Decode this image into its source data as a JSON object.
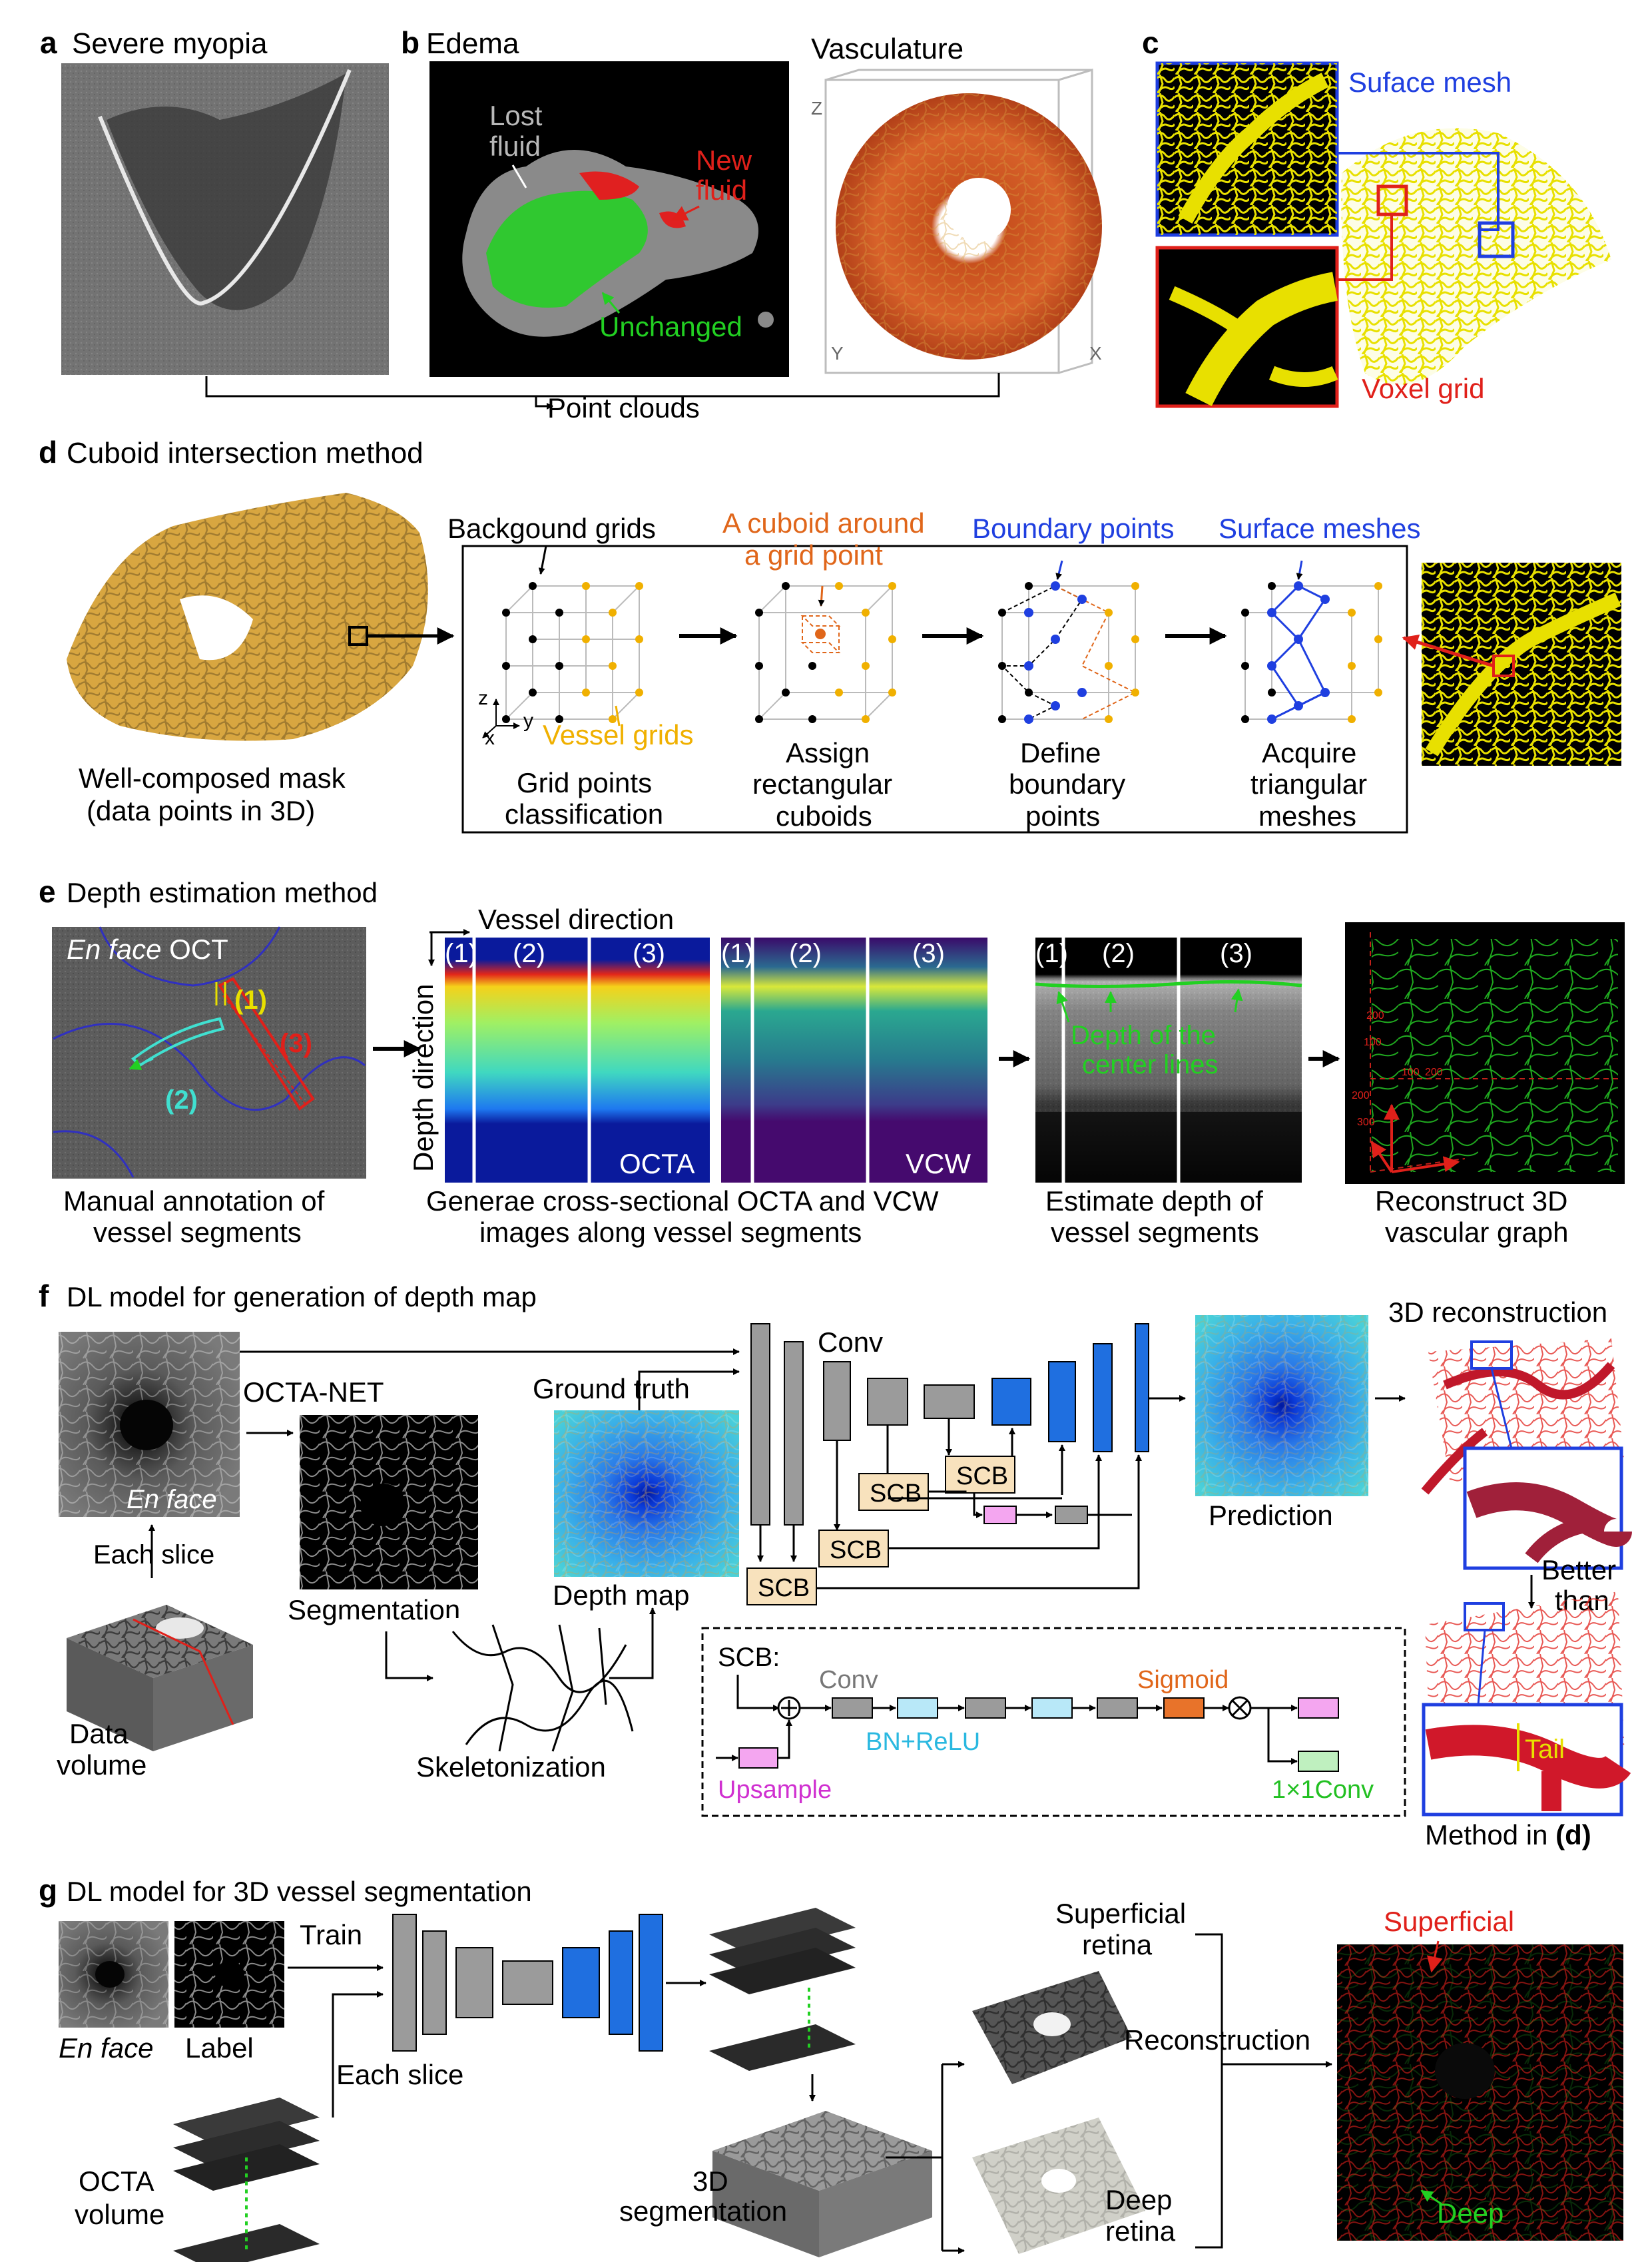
{
  "panels": {
    "a": {
      "letter": "a",
      "title": "Severe myopia"
    },
    "b": {
      "letter": "b",
      "title": "Edema",
      "vasc_title": "Vasculature",
      "lost": "Lost",
      "fluid": "fluid",
      "new": "New",
      "unchanged": "Unchanged",
      "axis_z": "Z",
      "axis_y": "Y",
      "axis_x": "X"
    },
    "ab_caption": "Point clouds",
    "c": {
      "letter": "c",
      "surface": "Suface mesh",
      "voxel": "Voxel grid"
    },
    "d": {
      "letter": "d",
      "title": "Cuboid intersection method",
      "mask_l1": "Well-composed mask",
      "mask_l2": "(data points in 3D)",
      "bg_grids": "Backgound grids",
      "vessel_grids": "Vessel grids",
      "cuboid_l1": "A cuboid around",
      "cuboid_l2": "a grid point",
      "boundary_points": "Boundary points",
      "surface_meshes": "Surface meshes",
      "ax_z": "z",
      "ax_y": "y",
      "ax_x": "x",
      "s1_l1": "Grid points",
      "s1_l2": "classification",
      "s2_l1": "Assign",
      "s2_l2": "rectangular",
      "s2_l3": "cuboids",
      "s3_l1": "Define",
      "s3_l2": "boundary",
      "s3_l3": "points",
      "s4_l1": "Acquire",
      "s4_l2": "triangular",
      "s4_l3": "meshes"
    },
    "e": {
      "letter": "e",
      "title": "Depth estimation method",
      "enface_italic": "En face",
      "enface_rest": " OCT",
      "n1": "(1)",
      "n2": "(2)",
      "n3": "(3)",
      "vessel_direction": "Vessel direction",
      "depth_direction": "Depth direction",
      "octa": "OCTA",
      "vcw": "VCW",
      "depth_l1": "Depth of the",
      "depth_l2": "center lines",
      "ticks": [
        "200",
        "100",
        "100",
        "200",
        "200",
        "300"
      ],
      "c1_l1": "Manual annotation of",
      "c1_l2": "vessel segments",
      "c2_l1": "Generae cross-sectional OCTA and VCW",
      "c2_l2": "images along vessel segments",
      "c3_l1": "Estimate depth of",
      "c3_l2": "vessel segments",
      "c4_l1": "Reconstruct 3D",
      "c4_l2": "vascular graph"
    },
    "f": {
      "letter": "f",
      "title": "DL model for generation of depth map",
      "octanet": "OCTA-NET",
      "enface": "En face",
      "each_slice": "Each slice",
      "segmentation": "Segmentation",
      "data_l1": "Data",
      "data_l2": "volume",
      "skeletonization": "Skeletonization",
      "ground_truth": "Ground truth",
      "depth_map": "Depth map",
      "conv": "Conv",
      "scb": "SCB",
      "prediction": "Prediction",
      "recon": "3D reconstruction",
      "better_l1": "Better",
      "better_l2": "than",
      "tail": "Tail",
      "method_in": "Method in ",
      "method_ref": "(d)",
      "scb_label": "SCB:",
      "scb_conv": "Conv",
      "bnrelu": "BN+ReLU",
      "sigmoid": "Sigmoid",
      "upsample": "Upsample",
      "conv1x1": "1×1Conv"
    },
    "g": {
      "letter": "g",
      "title": "DL model for 3D vessel segmentation",
      "enface": "En face",
      "label": "Label",
      "train": "Train",
      "each_slice": "Each slice",
      "octa_l1": "OCTA",
      "octa_l2": "volume",
      "seg_l1": "3D",
      "seg_l2": "segmentation",
      "sup_l1": "Superficial",
      "sup_l2": "retina",
      "deep_l1": "Deep",
      "deep_l2": "retina",
      "reconstruction": "Reconstruction",
      "superficial": "Superficial",
      "deep": "Deep"
    }
  },
  "colors": {
    "blue": "#1f3fe0",
    "red": "#e0201a",
    "orange": "#e0661a",
    "green": "#22d022",
    "yellow": "#e8e000",
    "gold": "#f0b000",
    "unet_gray": "#9b9b9b",
    "unet_blue": "#1f6fe0",
    "scb_fill": "#f8e2bd",
    "pink": "#f4a6f0",
    "cyan": "#b8e8f8",
    "lightgreen": "#bff0bf"
  }
}
